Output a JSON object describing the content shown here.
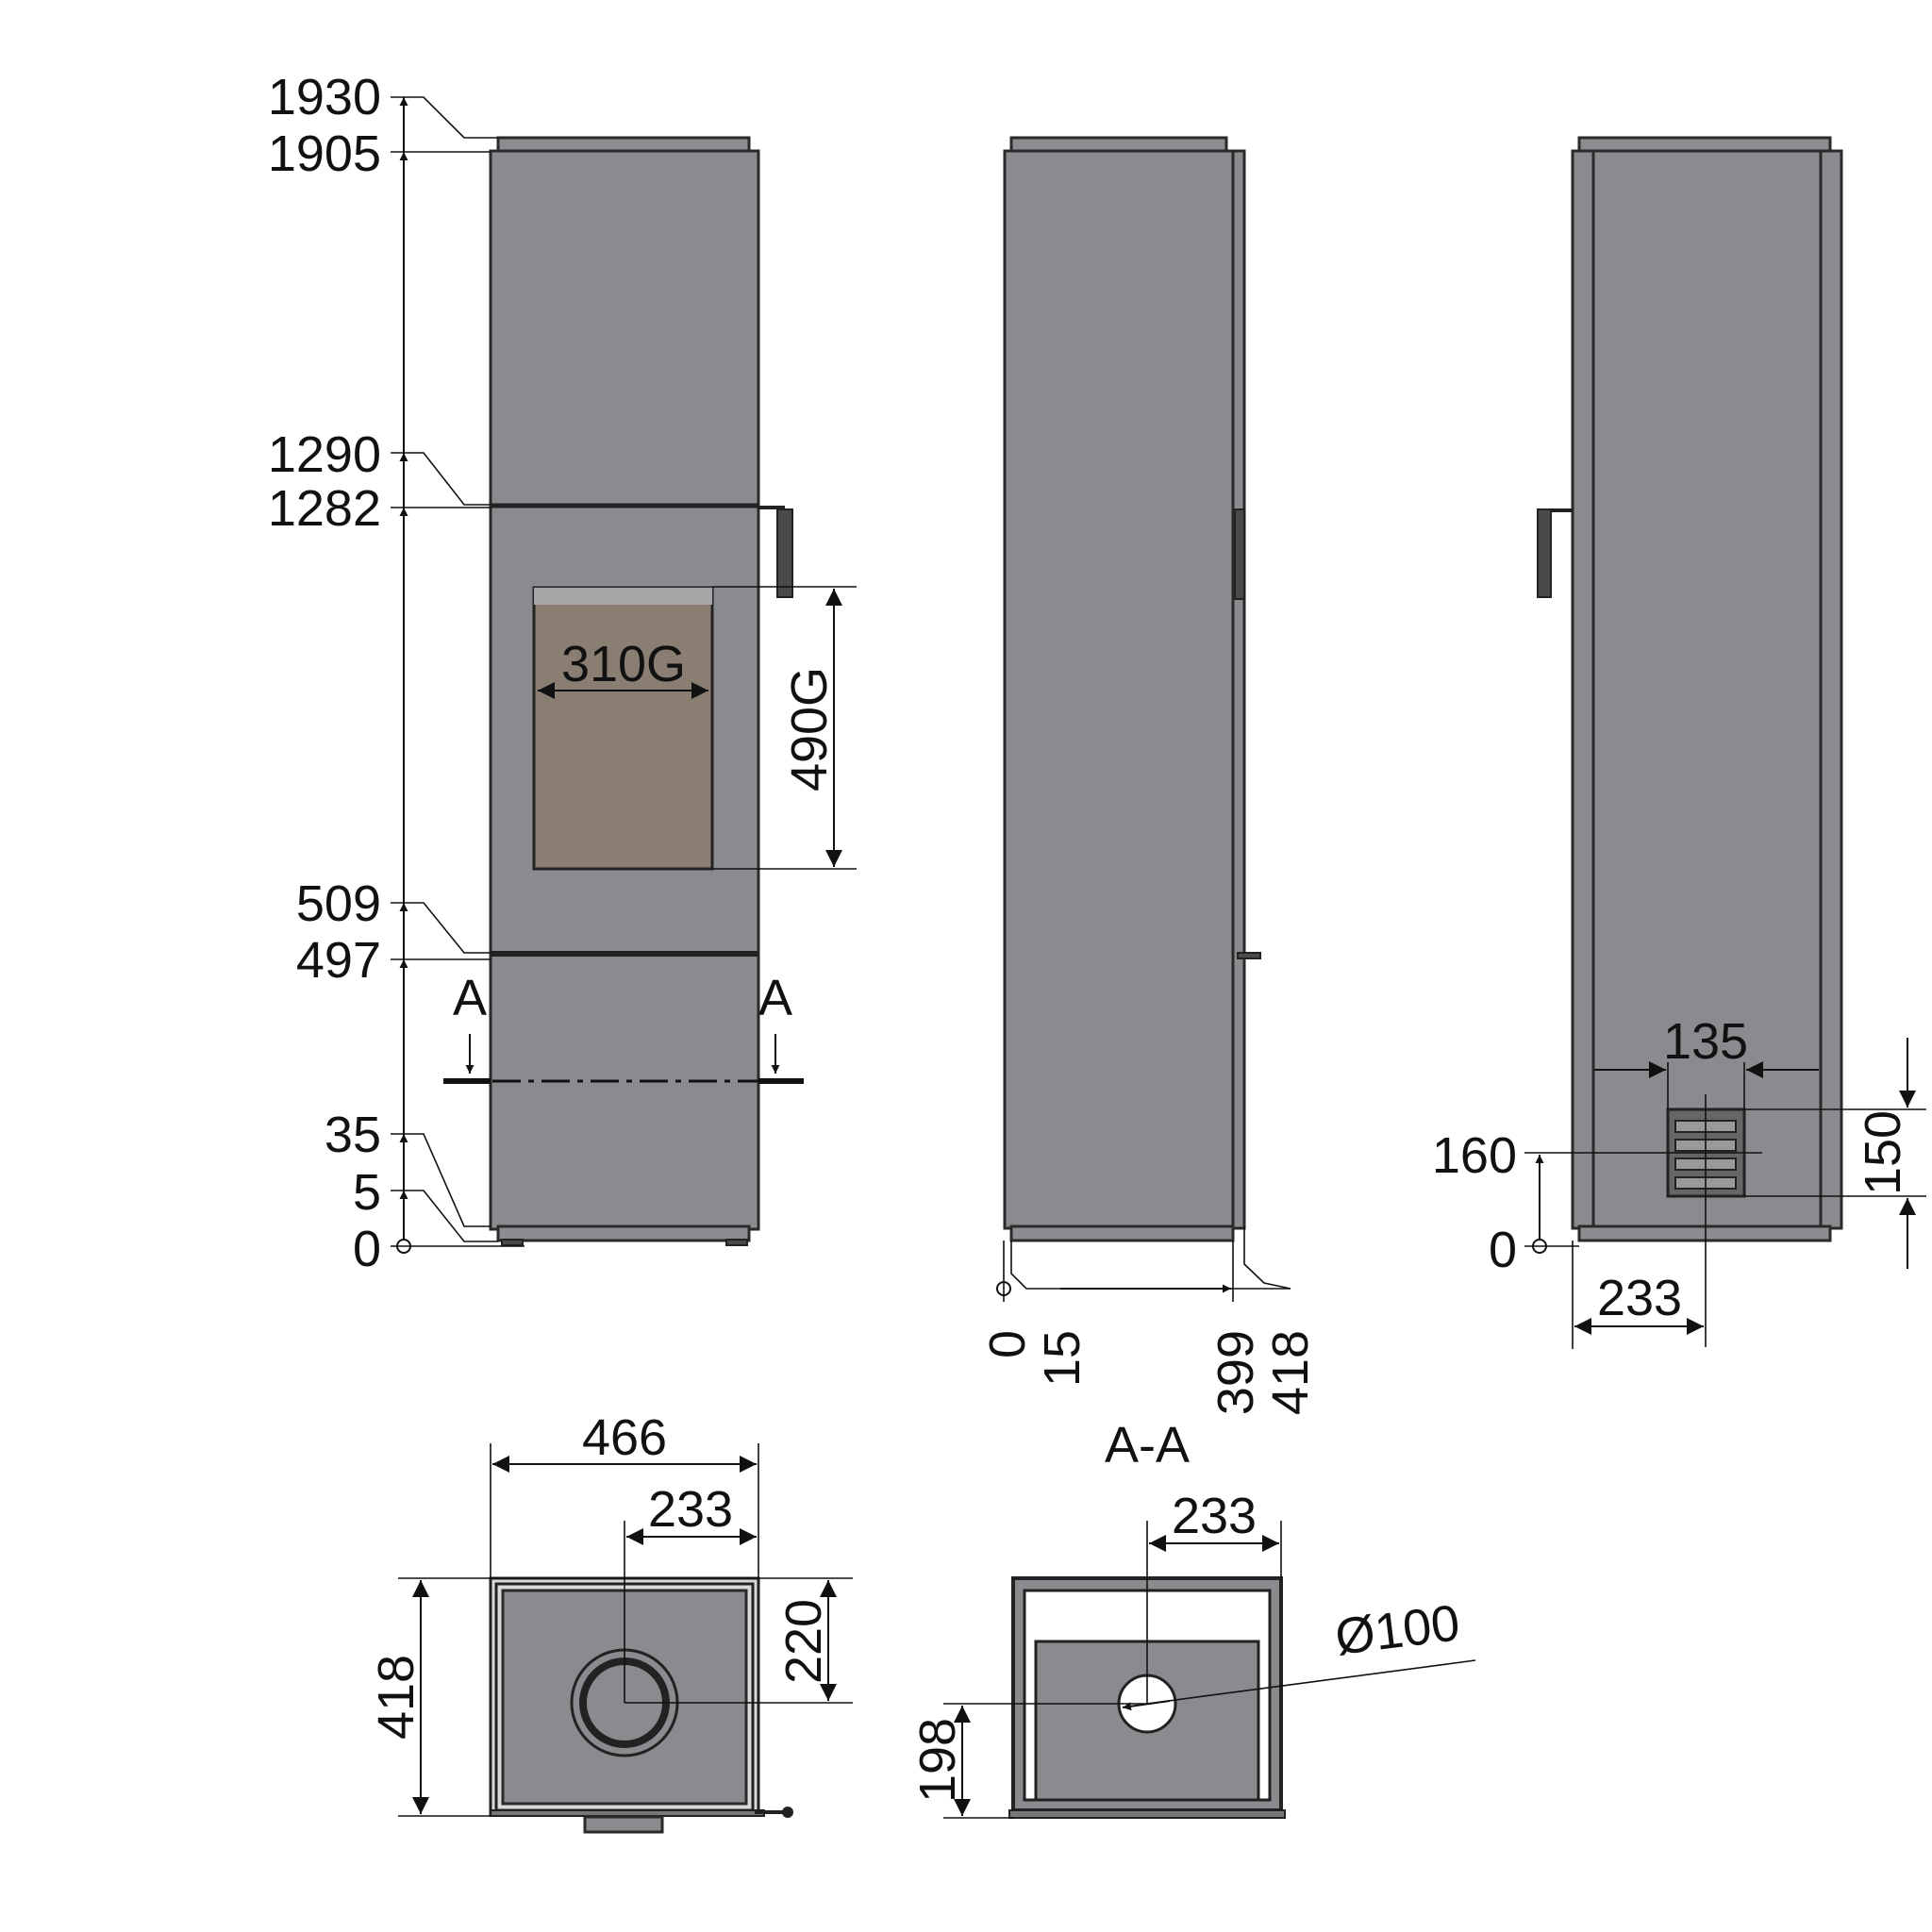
{
  "front_view": {
    "heights": [
      "1930",
      "1905",
      "1290",
      "1282",
      "509",
      "497",
      "35",
      "5",
      "0"
    ],
    "glass_width": "310G",
    "glass_height": "490G",
    "section_marker": "A"
  },
  "side_view": {
    "depths": [
      "0",
      "15",
      "399",
      "418"
    ]
  },
  "rear_view": {
    "opening_width": "135",
    "opening_height": "150",
    "opening_center_height": "160",
    "base_zero": "0",
    "center_offset": "233"
  },
  "top_view": {
    "width": "466",
    "half_width": "233",
    "depth": "418",
    "flue_depth": "220"
  },
  "section_view": {
    "title": "A-A",
    "half_width": "233",
    "flue_depth": "198",
    "flue_diameter": "Ø100"
  }
}
